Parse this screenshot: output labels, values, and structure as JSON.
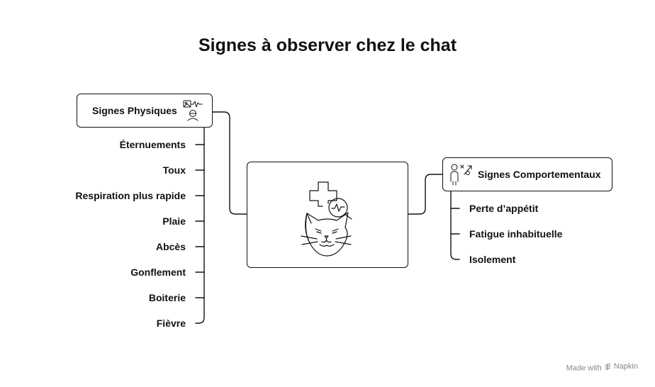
{
  "title": "Signes à observer chez le chat",
  "left_group": {
    "label": "Signes Physiques",
    "items": [
      "Éternuements",
      "Toux",
      "Respiration plus rapide",
      "Plaie",
      "Abcès",
      "Gonflement",
      "Boiterie",
      "Fièvre"
    ]
  },
  "right_group": {
    "label": "Signes Comportementaux",
    "items": [
      "Perte d’appétit",
      "Fatigue inhabituelle",
      "Isolement"
    ]
  },
  "footer": {
    "made_with": "Made with",
    "brand": "Napkin"
  },
  "icons": {
    "left_group": "vital-signs-icon",
    "right_group": "behavior-icon",
    "center": "cat-health-icon"
  }
}
